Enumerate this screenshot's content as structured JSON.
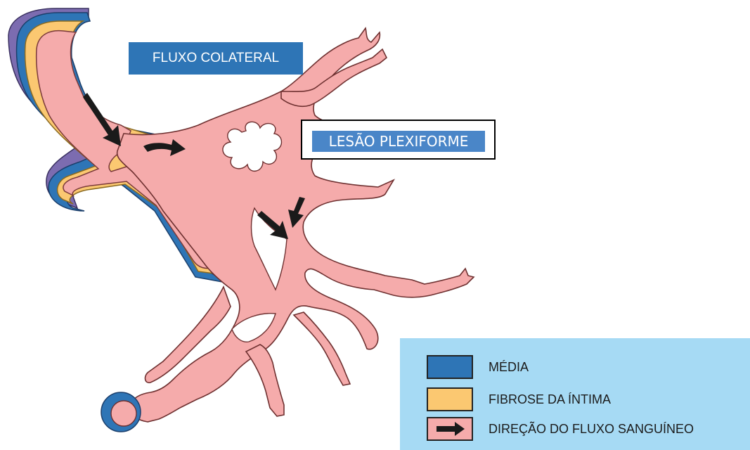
{
  "labels": {
    "fluxo_colateral": "FLUXO COLATERAL",
    "lesao_plexiforme": "LESÃO PLEXIFORME"
  },
  "legend": {
    "items": [
      {
        "label": "MÉDIA",
        "color": "#2e75b6"
      },
      {
        "label": "FIBROSE DA ÍNTIMA",
        "color": "#fbc871"
      },
      {
        "label": "DIREÇÃO DO FLUXO SANGUÍNEO",
        "color": "#f5abab"
      }
    ]
  },
  "colors": {
    "media": "#2e75b6",
    "adventitia": "#7c6cb0",
    "intima": "#fbc871",
    "lumen": "#f5abab",
    "arrow": "#1a1a1a",
    "legend_bg": "#a6daf4"
  }
}
